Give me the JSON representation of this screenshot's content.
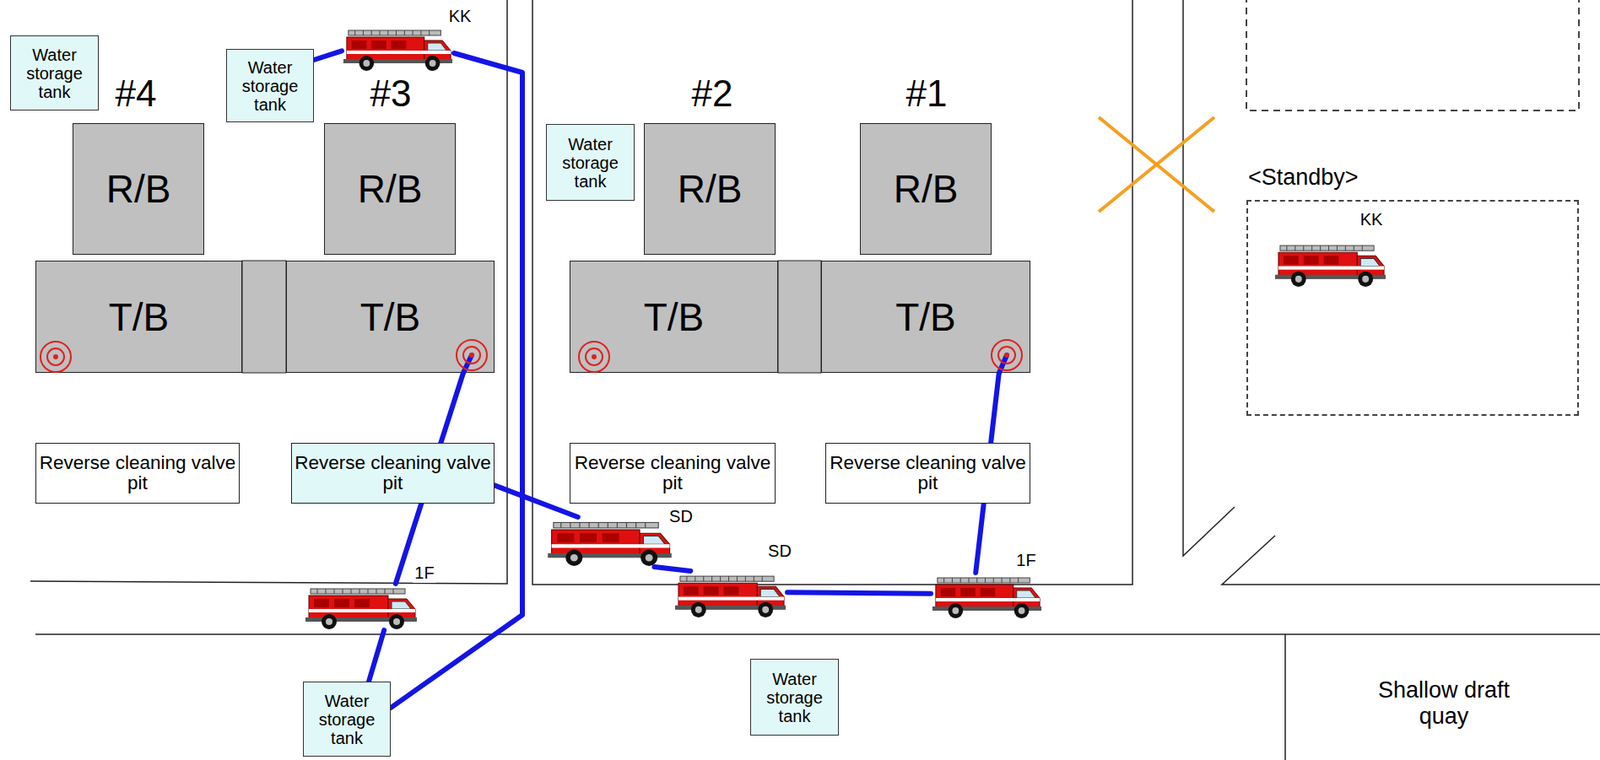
{
  "diagram": {
    "nodes": [
      {
        "text": [
          "Water storage tank"
        ]
      },
      {
        "text": [
          "KK"
        ]
      },
      {
        "text": [
          "Water storage tank"
        ]
      },
      {
        "text": [
          "Water storage tank"
        ]
      },
      {
        "text": [
          "R/B"
        ]
      },
      {
        "text": [
          "R/B"
        ]
      },
      {
        "text": [
          "R/B"
        ]
      },
      {
        "text": [
          "R/B"
        ]
      },
      {
        "text": [
          "<Standby>"
        ]
      },
      {
        "text": [
          "KK"
        ],
        "in": 8
      },
      {
        "text": [
          "T/B"
        ]
      },
      {
        "text": [
          "T/B"
        ]
      },
      {
        "text": [
          "T/B"
        ]
      },
      {
        "text": [
          "T/B"
        ]
      },
      {
        "text": [
          "Reverse cleaning valve pit"
        ]
      },
      {
        "text": [
          "Reverse cleaning valve pit"
        ]
      },
      {
        "text": [
          "Reverse cleaning valve pit"
        ]
      },
      {
        "text": [
          "Reverse cleaning valve pit"
        ]
      },
      {
        "text": [
          "SD"
        ]
      },
      {
        "text": [
          "SD"
        ]
      },
      {
        "text": [
          "1F"
        ]
      },
      {
        "text": [
          "1F"
        ]
      },
      {
        "text": [
          "Water storage tank"
        ]
      },
      {
        "text": [
          "Water storage tank"
        ]
      }
    ],
    "edges": [
      {
        "from": 2,
        "to": 1,
        "arrow": "none"
      },
      {
        "from": 1,
        "to": 22,
        "arrow": "none"
      },
      {
        "from": 22,
        "to": 21,
        "arrow": "none"
      },
      {
        "from": 21,
        "to": 11,
        "arrow": "none"
      },
      {
        "from": 15,
        "to": 18,
        "arrow": "none"
      },
      {
        "from": 18,
        "to": 19,
        "arrow": "none"
      },
      {
        "from": 19,
        "to": 20,
        "arrow": "none"
      },
      {
        "from": 20,
        "to": 13,
        "arrow": "none"
      }
    ],
    "labels": [
      "#4",
      "#3",
      "#2",
      "#1",
      "Shallow draft quay"
    ]
  }
}
